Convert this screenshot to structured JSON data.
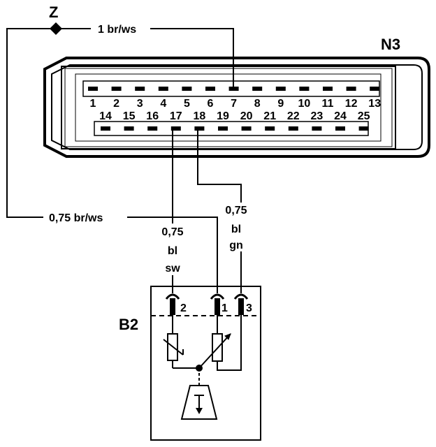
{
  "labels": {
    "splice": "Z",
    "ecu": "N3",
    "sensor": "B2",
    "top_wire": "1 br/ws",
    "left_wire": "0,75 br/ws",
    "wire_pin17": [
      "0,75",
      "bl",
      "sw"
    ],
    "wire_pin18": [
      "0,75",
      "bl",
      "gn"
    ],
    "sensor_pins": [
      "2",
      "1",
      "3"
    ]
  },
  "connector": {
    "top_row": [
      "1",
      "2",
      "3",
      "4",
      "5",
      "6",
      "7",
      "8",
      "9",
      "10",
      "11",
      "12",
      "13"
    ],
    "bottom_row": [
      "14",
      "15",
      "16",
      "17",
      "18",
      "19",
      "20",
      "21",
      "22",
      "23",
      "24",
      "25"
    ]
  }
}
